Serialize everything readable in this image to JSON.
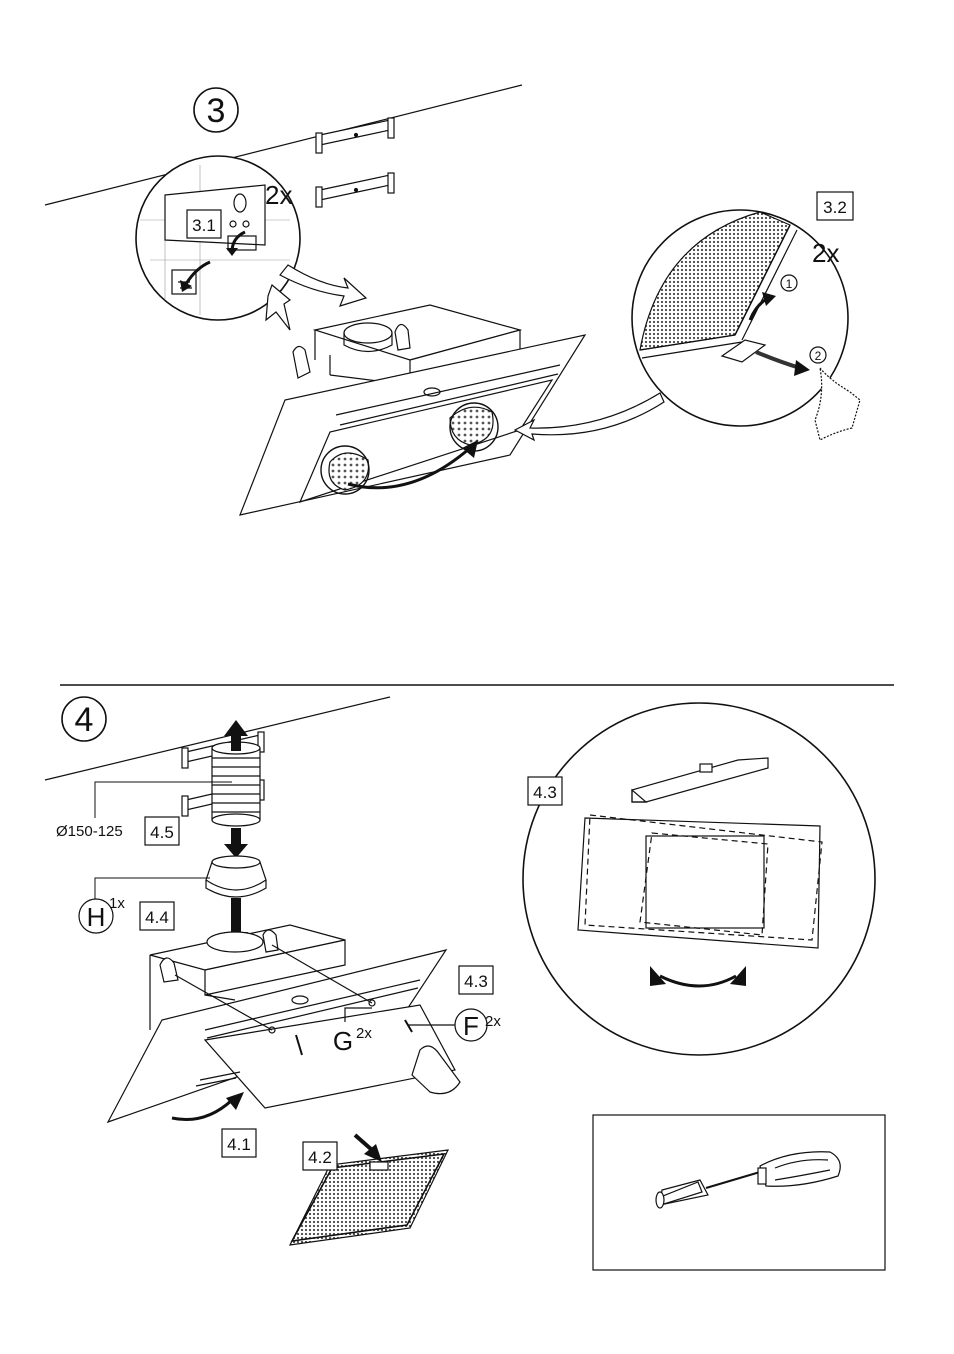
{
  "step3": {
    "number": "3",
    "count_top": "2x",
    "sub1": "3.1",
    "sub2": "3.2",
    "count_right": "2x",
    "order1": "1",
    "order2": "2"
  },
  "step4": {
    "number": "4",
    "diameter": "Ø150-125",
    "sub45": "4.5",
    "partH": "H",
    "countH": "1x",
    "sub44": "4.4",
    "sub43": "4.3",
    "partG": "G",
    "countG": "2x",
    "partF": "F",
    "countF": "2x",
    "sub41": "4.1",
    "sub42": "4.2",
    "sub43_detail": "4.3"
  },
  "colors": {
    "ink": "#111111",
    "paper": "#ffffff",
    "mesh": "#555555"
  },
  "icons": [
    "screwdriver-icon",
    "spirit-level-icon",
    "rotate-arrow-icon"
  ]
}
